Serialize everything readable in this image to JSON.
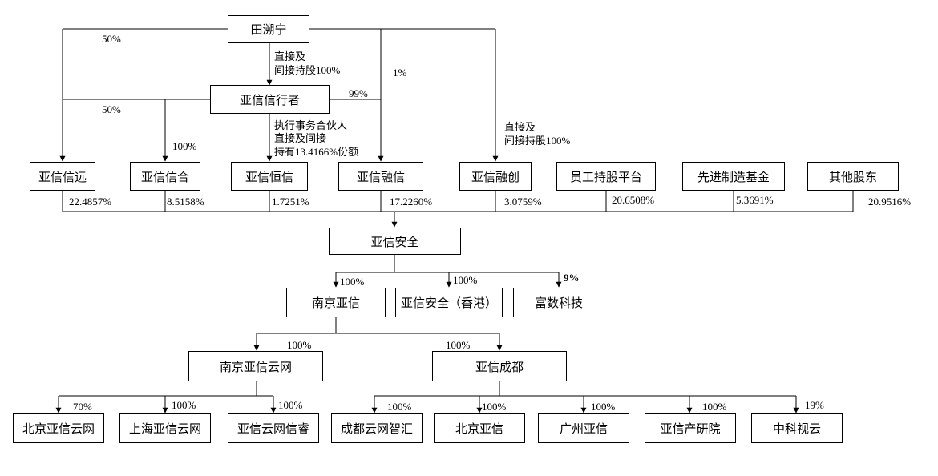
{
  "entities": {
    "tian": "田溯宁",
    "xingzhe": "亚信信行者",
    "xinyuan": "亚信信远",
    "xinhe": "亚信信合",
    "hengxin": "亚信恒信",
    "rongxin": "亚信融信",
    "rongchuang": "亚信融创",
    "esop": "员工持股平台",
    "fund": "先进制造基金",
    "others": "其他股东",
    "anquan": "亚信安全",
    "nanjing": "南京亚信",
    "hk": "亚信安全（香港）",
    "fushu": "富数科技",
    "njyun": "南京亚信云网",
    "chengdu": "亚信成都",
    "bjyun": "北京亚信云网",
    "shyun": "上海亚信云网",
    "yunrui": "亚信云网信睿",
    "cdzh": "成都云网智汇",
    "bjyx": "北京亚信",
    "gzyx": "广州亚信",
    "chanyan": "亚信产研院",
    "zkys": "中科视云"
  },
  "labels": {
    "tian_xinyuan": "50%",
    "tian_xingzhe_1": "直接及",
    "tian_xingzhe_2": "间接持股100%",
    "tian_rongxin": "1%",
    "xingzhe_xinyuan": "50%",
    "xingzhe_rongxin": "99%",
    "xingzhe_xinhe": "100%",
    "xingzhe_hengxin_1": "执行事务合伙人",
    "xingzhe_hengxin_2": "直接及间接",
    "xingzhe_hengxin_3": "持有13.4166%份额",
    "tian_rongchuang_1": "直接及",
    "tian_rongchuang_2": "间接持股100%",
    "pct_xinyuan": "22.4857%",
    "pct_xinhe": "8.5158%",
    "pct_hengxin": "1.7251%",
    "pct_rongxin": "17.2260%",
    "pct_rongchuang": "3.0759%",
    "pct_esop": "20.6508%",
    "pct_fund": "5.3691%",
    "pct_others": "20.9516%",
    "aq_nanjing": "100%",
    "aq_hk": "100%",
    "aq_fushu": "9%",
    "nj_njyun": "100%",
    "nj_chengdu": "100%",
    "njyun_bjyun": "70%",
    "njyun_shyun": "100%",
    "njyun_yunrui": "100%",
    "cd_cdzh": "100%",
    "cd_bjyx": "100%",
    "cd_gzyx": "100%",
    "cd_chanyan": "100%",
    "cd_zkys": "19%"
  }
}
